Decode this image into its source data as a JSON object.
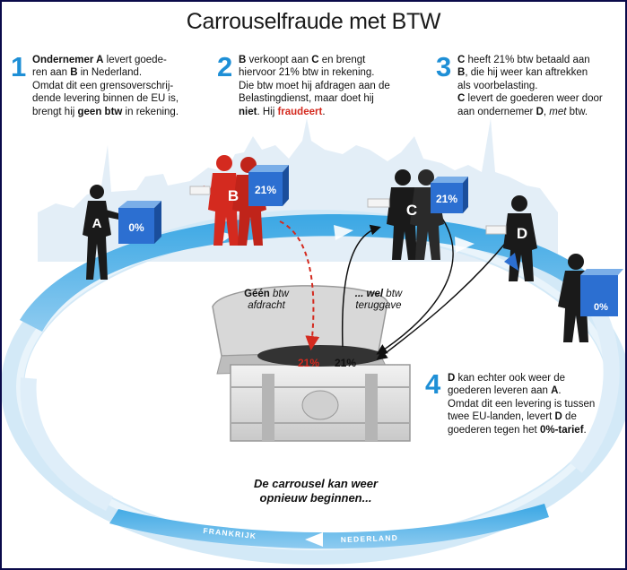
{
  "title": "Carrouselfraude met BTW",
  "steps": [
    {
      "num": "1",
      "l1a": "Ondernemer A",
      "l1b": " levert goede-",
      "l2a": "ren aan ",
      "l2b": "B",
      "l2c": " in Nederland.",
      "l3": "Omdat dit een grensoverschrij-",
      "l4": "dende levering binnen de EU is,",
      "l5a": "brengt hij ",
      "l5b": "geen btw",
      "l5c": " in rekening."
    },
    {
      "num": "2",
      "l1a": "B",
      "l1b": " verkoopt  aan ",
      "l1c": "C",
      "l1d": " en brengt",
      "l2": "hiervoor 21% btw in rekening.",
      "l3": "Die btw moet hij afdragen aan de",
      "l4": "Belastingdienst, maar doet hij",
      "l5a": "niet",
      "l5b": ". Hij ",
      "l5c": "fraudeert",
      "l5d": "."
    },
    {
      "num": "3",
      "l1a": "C",
      "l1b": " heeft 21% btw betaald aan",
      "l2a": "B",
      "l2b": ", die hij weer kan aftrekken",
      "l3": "als voorbelasting.",
      "l4a": "C",
      "l4b": " levert de goederen weer door",
      "l5a": "aan ondernemer ",
      "l5b": "D",
      "l5c": ", ",
      "l5d": "met",
      "l5e": " btw."
    },
    {
      "num": "4",
      "l1a": "D",
      "l1b": " kan echter ook weer de",
      "l2a": "goederen leveren aan ",
      "l2b": "A",
      "l2c": ".",
      "l3": "Omdat dit een levering is tussen",
      "l4a": "twee EU-landen, levert ",
      "l4b": "D",
      "l4c": " de",
      "l5a": "goederen tegen het ",
      "l5b": "0%-tarief",
      "l5c": "."
    }
  ],
  "people": {
    "a": "A",
    "b": "B",
    "c": "C",
    "d": "D"
  },
  "boxes": {
    "a": "0%",
    "b": "21%",
    "c": "21%",
    "e": "0%"
  },
  "road": {
    "nl_top": "NEDERLAND",
    "fr_top": "FRANKRIJK",
    "fr_bottom": "FRANKRIJK",
    "nl_bottom": "NEDERLAND"
  },
  "chest": {
    "left_b": "Géén",
    "left_i": " btw",
    "left_2": "afdracht",
    "right_b": "... wel",
    "right_i": " btw",
    "right_2": "teruggave",
    "red_amount": "21%",
    "black_amount": "21%"
  },
  "closing": {
    "l1": "De carrousel kan weer",
    "l2": "opnieuw beginnen..."
  },
  "colors": {
    "ring": "#2a9ad8",
    "ring_light": "#d6ebf8",
    "accent_red": "#d42a1f",
    "box_blue": "#2c6fd1",
    "skyline": "#e2eef7"
  }
}
